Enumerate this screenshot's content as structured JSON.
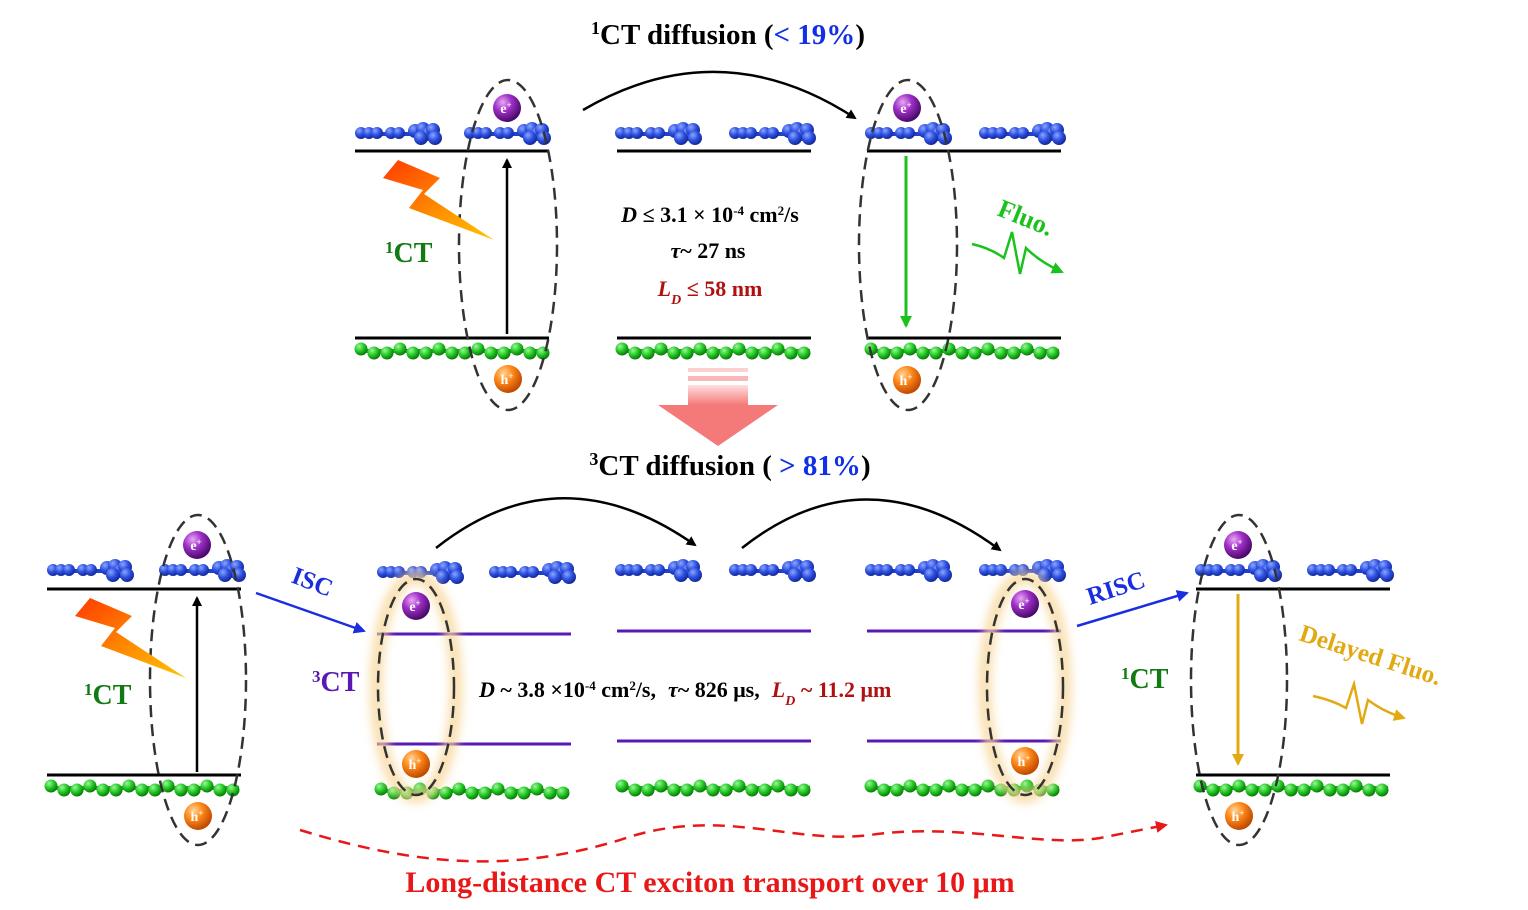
{
  "top": {
    "title": {
      "main": "CT diffusion (",
      "highlight": "< 19%",
      "close": ")",
      "sup": "1"
    },
    "lbl_ct": "CT",
    "lbl_ct_sup": "1",
    "fluo": "Fluo.",
    "d_line": {
      "a": "D",
      "b": " ≤ 3.1 × 10",
      "c": "-4",
      "d": " cm",
      "e": "2",
      "f": "/s"
    },
    "tau_line": {
      "a": "τ",
      "b": "~ 27 ns"
    },
    "ld_line": {
      "a": "L",
      "b": "D",
      "c": " ≤ 58 nm"
    }
  },
  "bottom": {
    "title": {
      "main": "CT diffusion ( ",
      "highlight": "> 81%",
      "close": ")",
      "sup": "3"
    },
    "lbl_ct_left": "CT",
    "lbl_ct_left_sup": "1",
    "lbl_3ct": "CT",
    "lbl_3ct_sup": "3",
    "lbl_ct_right": "CT",
    "lbl_ct_right_sup": "1",
    "isc": "ISC",
    "risc": "RISC",
    "delayed": "Delayed Fluo.",
    "params": {
      "d_a": "D",
      "d_b": " ~ 3.8 ×10",
      "d_c": "-4",
      "d_d": " cm",
      "d_e": "2",
      "d_f": "/s,",
      "tau_a": "τ",
      "tau_b": "~ 826 μs,",
      "ld_a": "L",
      "ld_b": "D",
      "ld_c": " ~ 11.2 μm"
    },
    "transport": "Long-distance CT exciton transport over 10 μm"
  },
  "particles": {
    "electron": "e",
    "electron_sup": "+",
    "hole": "h",
    "hole_sup": "+"
  },
  "colors": {
    "blue_mol": "#2d4fe0",
    "green_mol": "#22c922",
    "purple": "#5a18b4",
    "dark_green": "#127a12",
    "blue_text": "#1030e8",
    "red": "#e81818",
    "dark_red": "#b01010",
    "gold": "#e2aa12",
    "fluo_green": "#1cc21c"
  }
}
